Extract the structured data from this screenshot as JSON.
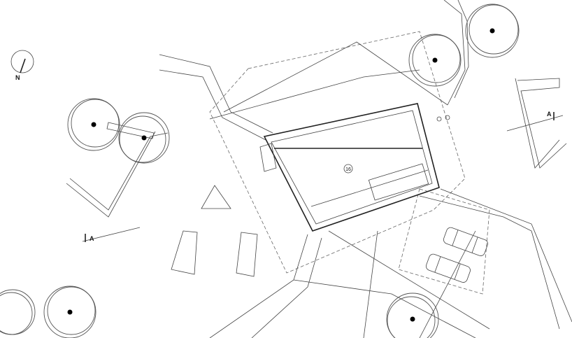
{
  "plan": {
    "north_label": "N",
    "section_marker_left": "A",
    "section_marker_right": "A",
    "room_number": "16"
  }
}
